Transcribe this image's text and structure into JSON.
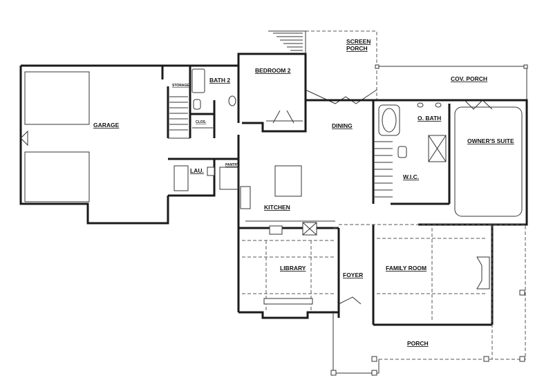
{
  "rooms": {
    "garage": "GARAGE",
    "storage": "STORAGE",
    "bath2": "BATH 2",
    "bedroom2": "BEDROOM 2",
    "screen_porch_line1": "SCREEN",
    "screen_porch_line2": "PORCH",
    "cov_porch": "COV. PORCH",
    "dining": "DINING",
    "o_bath": "O. BATH",
    "owners_suite": "OWNER'S SUITE",
    "wic": "W.I.C.",
    "closet": "CLOS.",
    "lau": "LAU.",
    "pantry": "PANTRY",
    "kitchen": "KITCHEN",
    "library": "LIBRARY",
    "foyer": "FOYER",
    "family_room": "FAMILY ROOM",
    "porch": "PORCH"
  }
}
